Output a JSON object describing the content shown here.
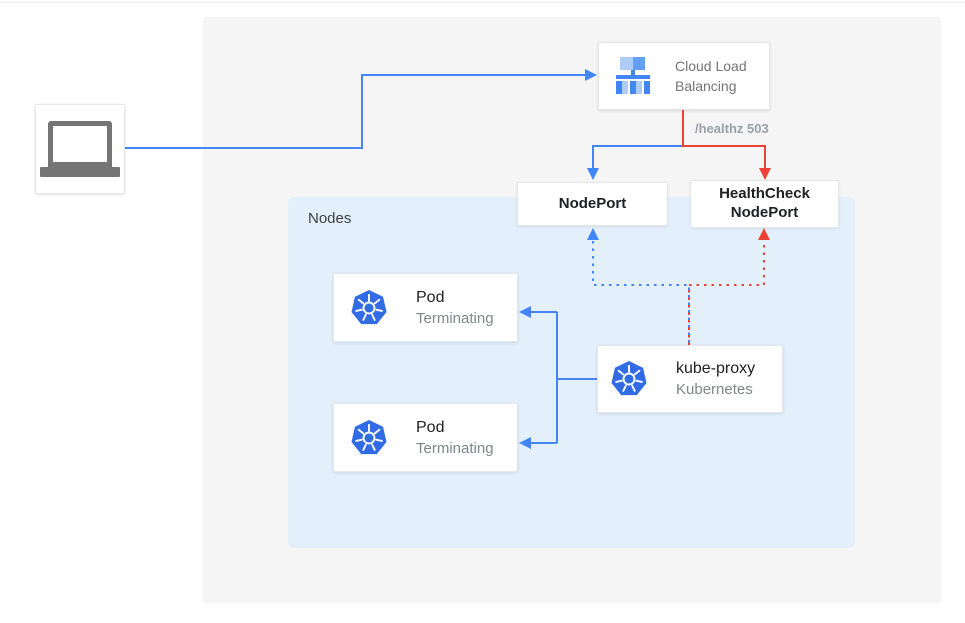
{
  "diagram": {
    "client": {
      "icon": "laptop"
    },
    "cloud_lb": {
      "label": "Cloud Load Balancing",
      "icon": "load-balancer"
    },
    "edge_label": "/healthz 503",
    "nodeport": {
      "label": "NodePort"
    },
    "healthcheck_nodeport": {
      "label": "HealthCheck NodePort"
    },
    "nodes_panel": {
      "label": "Nodes"
    },
    "pods": [
      {
        "title": "Pod",
        "subtitle": "Terminating",
        "icon": "kubernetes"
      },
      {
        "title": "Pod",
        "subtitle": "Terminating",
        "icon": "kubernetes"
      }
    ],
    "kube_proxy": {
      "title": "kube-proxy",
      "subtitle": "Kubernetes",
      "icon": "kubernetes"
    }
  },
  "colors": {
    "blue": "#4285f4",
    "red": "#ea4335",
    "kubernetes_blue": "#326ce5",
    "lb_icon_dark": "#4285f4",
    "lb_icon_medium": "#669df6",
    "lb_icon_light": "#aecbfa",
    "panel_bg": "#f5f5f6",
    "nodes_bg": "#e3f0fc",
    "dark_text": "#202124",
    "muted_text": "#80868b",
    "label_gray": "#9aa0a6",
    "icon_gray": "#757575"
  }
}
